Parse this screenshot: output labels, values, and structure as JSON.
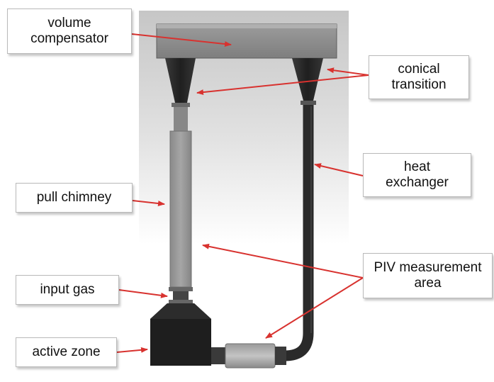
{
  "labels": {
    "volume_compensator": [
      "volume",
      "compensator"
    ],
    "conical_transition": [
      "conical",
      "transition"
    ],
    "heat_exchanger": [
      "heat",
      "exchanger"
    ],
    "pull_chimney": [
      "pull chimney"
    ],
    "piv_measurement_area": [
      "PIV measurement",
      "area"
    ],
    "input_gas": [
      "input gas"
    ],
    "active_zone": [
      "active zone"
    ]
  },
  "colors": {
    "arrow": "#d8322f",
    "background_top": "#c9c9c9",
    "background_bottom": "#ffffff",
    "compensator": "#8f8f8f",
    "cone": "#2c2c2c",
    "heat_exchanger_pipe": "#2a2a2a",
    "pull_chimney": "#9a9a9a",
    "active_zone": "#1e1e1e",
    "label_border": "#b9b9b9"
  }
}
